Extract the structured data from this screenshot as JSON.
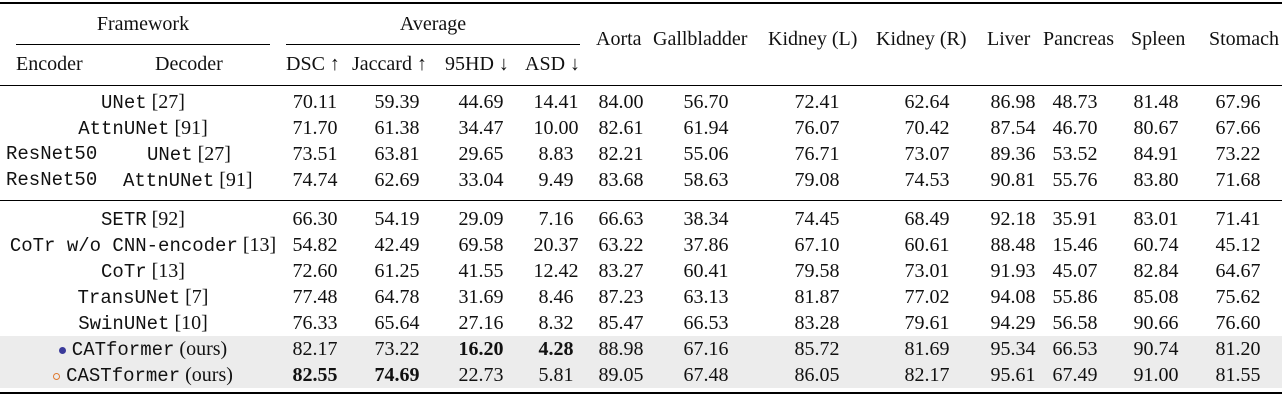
{
  "header": {
    "framework": "Framework",
    "average": "Average",
    "encoder": "Encoder",
    "decoder": "Decoder",
    "metrics": [
      "DSC ↑",
      "Jaccard ↑",
      "95HD ↓",
      "ASD ↓"
    ],
    "organs": [
      "Aorta",
      "Gallbladder",
      "Kidney (L)",
      "Kidney (R)",
      "Liver",
      "Pancreas",
      "Spleen",
      "Stomach"
    ]
  },
  "group1": [
    {
      "encoder": "",
      "decoder": "UNet",
      "ref": "[27]",
      "vals": [
        "70.11",
        "59.39",
        "44.69",
        "14.41",
        "84.00",
        "56.70",
        "72.41",
        "62.64",
        "86.98",
        "48.73",
        "81.48",
        "67.96"
      ]
    },
    {
      "encoder": "",
      "decoder": "AttnUNet",
      "ref": "[91]",
      "vals": [
        "71.70",
        "61.38",
        "34.47",
        "10.00",
        "82.61",
        "61.94",
        "76.07",
        "70.42",
        "87.54",
        "46.70",
        "80.67",
        "67.66"
      ]
    },
    {
      "encoder": "ResNet50",
      "decoder": "UNet",
      "ref": "[27]",
      "vals": [
        "73.51",
        "63.81",
        "29.65",
        "8.83",
        "82.21",
        "55.06",
        "76.71",
        "73.07",
        "89.36",
        "53.52",
        "84.91",
        "73.22"
      ]
    },
    {
      "encoder": "ResNet50",
      "decoder": "AttnUNet",
      "ref": "[91]",
      "vals": [
        "74.74",
        "62.69",
        "33.04",
        "9.49",
        "83.68",
        "58.63",
        "79.08",
        "74.53",
        "90.81",
        "55.76",
        "83.80",
        "71.68"
      ]
    }
  ],
  "group2": [
    {
      "name": "SETR",
      "ref": "[92]",
      "vals": [
        "66.30",
        "54.19",
        "29.09",
        "7.16",
        "66.63",
        "38.34",
        "74.45",
        "68.49",
        "92.18",
        "35.91",
        "83.01",
        "71.41"
      ]
    },
    {
      "name": "CoTr w/o CNN-encoder",
      "ref": "[13]",
      "vals": [
        "54.82",
        "42.49",
        "69.58",
        "20.37",
        "63.22",
        "37.86",
        "67.10",
        "60.61",
        "88.48",
        "15.46",
        "60.74",
        "45.12"
      ]
    },
    {
      "name": "CoTr",
      "ref": "[13]",
      "vals": [
        "72.60",
        "61.25",
        "41.55",
        "12.42",
        "83.27",
        "60.41",
        "79.58",
        "73.01",
        "91.93",
        "45.07",
        "82.84",
        "64.67"
      ]
    },
    {
      "name": "TransUNet",
      "ref": "[7]",
      "vals": [
        "77.48",
        "64.78",
        "31.69",
        "8.46",
        "87.23",
        "63.13",
        "81.87",
        "77.02",
        "94.08",
        "55.86",
        "85.08",
        "75.62"
      ]
    },
    {
      "name": "SwinUNet",
      "ref": "[10]",
      "vals": [
        "76.33",
        "65.64",
        "27.16",
        "8.32",
        "85.47",
        "66.53",
        "83.28",
        "79.61",
        "94.29",
        "56.58",
        "90.66",
        "76.60"
      ]
    },
    {
      "name": "CATformer",
      "ref": "(ours)",
      "vals": [
        "82.17",
        "73.22",
        "16.20",
        "4.28",
        "88.98",
        "67.16",
        "85.72",
        "81.69",
        "95.34",
        "66.53",
        "90.74",
        "81.20"
      ]
    },
    {
      "name": "CASTformer",
      "ref": "(ours)",
      "vals": [
        "82.55",
        "74.69",
        "22.73",
        "5.81",
        "89.05",
        "67.48",
        "86.05",
        "82.17",
        "95.61",
        "67.49",
        "91.00",
        "81.55"
      ]
    }
  ],
  "colors": {
    "shade": "#ececec",
    "catformer_marker": "#3a3a9a",
    "castformer_marker": "#e07a30"
  }
}
